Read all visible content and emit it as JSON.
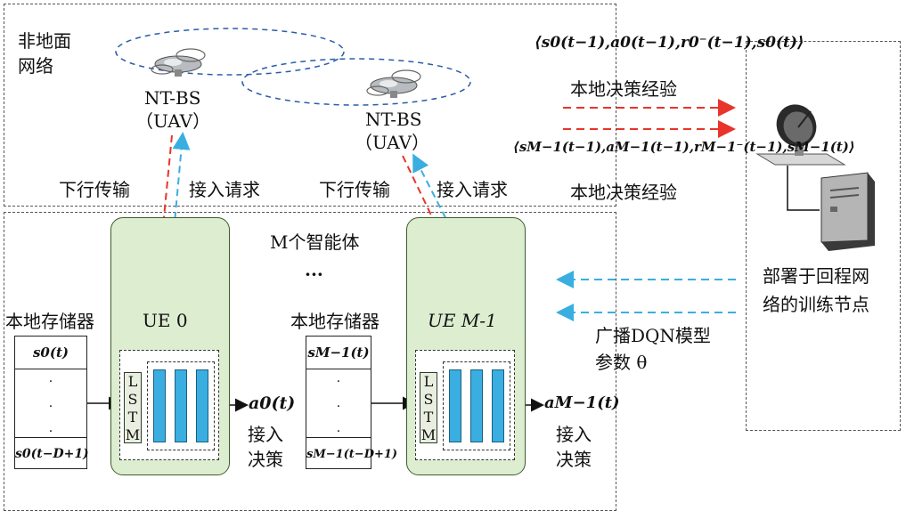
{
  "zones": {
    "non_terrestrial_label": "非地面\n网络"
  },
  "ntbs": {
    "left": {
      "name": "NT-BS",
      "type": "（UAV）"
    },
    "right": {
      "name": "NT-BS",
      "type": "（UAV）"
    }
  },
  "link_labels": {
    "downlink_left": "下行传输",
    "access_left": "接入请求",
    "downlink_right": "下行传输",
    "access_right": "接入请求"
  },
  "agents": {
    "m_label": "M个智能体",
    "ellipsis": "···"
  },
  "ue_left": {
    "name": "UE 0",
    "memory_title": "本地存储器",
    "memory_top": "s0(t)",
    "memory_bottom": "s0(t−D+1)",
    "lstm": "L\nS\nT\nM",
    "action": "a0(t)",
    "decision": "接入\n决策"
  },
  "ue_right": {
    "name": "UE M-1",
    "memory_title": "本地存储器",
    "memory_top": "sM−1(t)",
    "memory_bottom": "sM−1(t−D+1)",
    "lstm": "L\nS\nT\nM",
    "action": "aM−1(t)",
    "decision": "接入\n决策"
  },
  "experience": {
    "tuple_top": "⟨s0(t−1),a0(t−1),r0⁻(t−1),s0(t)⟩",
    "label_top": "本地决策经验",
    "tuple_bottom": "⟨sM−1(t−1),aM−1(t−1),rM−1⁻(t−1),sM−1(t)⟩",
    "label_bottom": "本地决策经验"
  },
  "training_node": {
    "label": "部署于回程网\n络的训练节点"
  },
  "broadcast": {
    "label_line1": "广播DQN模型",
    "label_line2": "参数 θ"
  },
  "colors": {
    "red_arrow": "#e8342a",
    "blue_arrow": "#3aaee0",
    "ue_fill": "#dcedd0",
    "layer_fill": "#3aaee0",
    "orbit": "#2a5da8"
  }
}
